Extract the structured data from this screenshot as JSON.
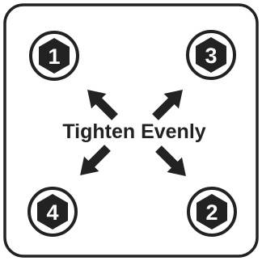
{
  "instruction": {
    "text": "Tighten Evenly"
  },
  "bolts": [
    {
      "id": "top-left",
      "number": "1"
    },
    {
      "id": "bottom-right",
      "number": "2"
    },
    {
      "id": "top-right",
      "number": "3"
    },
    {
      "id": "bottom-left",
      "number": "4"
    }
  ],
  "colors": {
    "ink": "#222222",
    "paper": "#ffffff",
    "number_text": "#ffffff"
  }
}
